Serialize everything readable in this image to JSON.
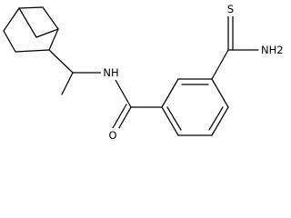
{
  "molecule": {
    "atoms": {
      "thione_S": "S",
      "amide_NH2": "NH2",
      "amide_NH": "NH",
      "carbonyl_O": "O"
    }
  }
}
